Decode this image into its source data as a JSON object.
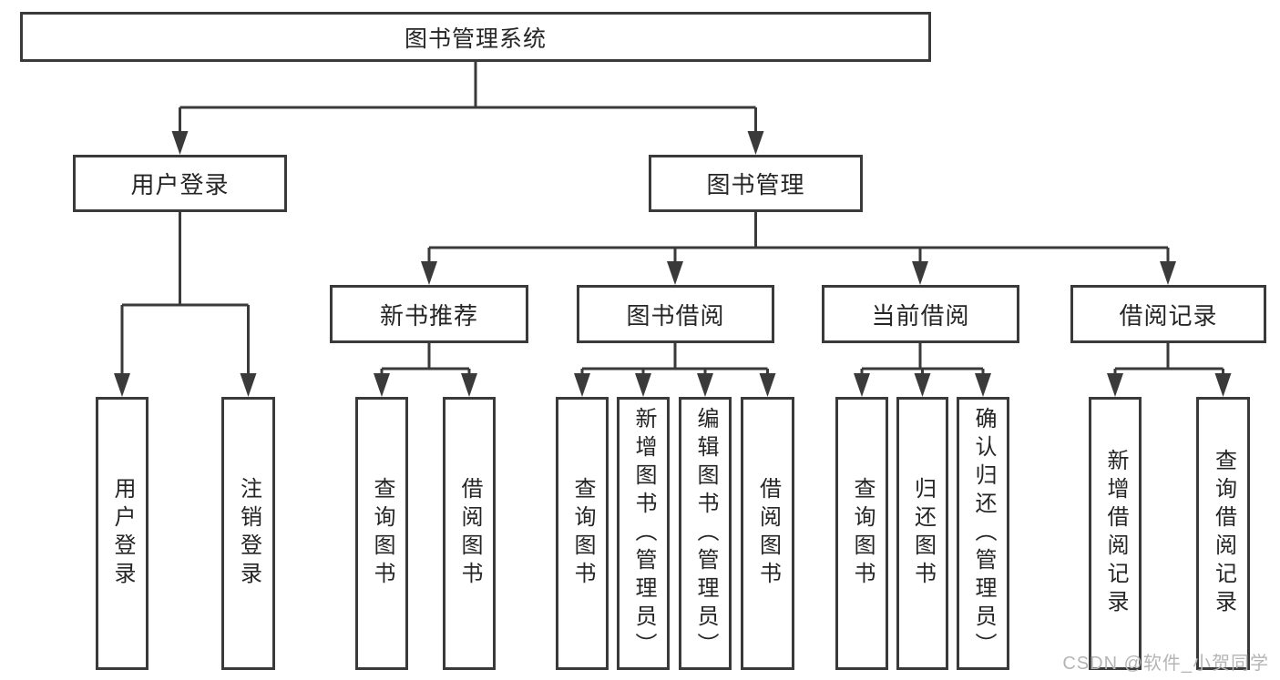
{
  "diagram": {
    "root": {
      "label": "图书管理系统"
    },
    "branches": [
      {
        "label": "用户登录",
        "children": [
          {
            "label": "用户登录"
          },
          {
            "label": "注销登录"
          }
        ]
      },
      {
        "label": "图书管理",
        "sections": [
          {
            "label": "新书推荐",
            "children": [
              {
                "label": "查询图书"
              },
              {
                "label": "借阅图书"
              }
            ]
          },
          {
            "label": "图书借阅",
            "children": [
              {
                "label": "查询图书"
              },
              {
                "label": "新增图书（管理员）"
              },
              {
                "label": "编辑图书（管理员）"
              },
              {
                "label": "借阅图书"
              }
            ]
          },
          {
            "label": "当前借阅",
            "children": [
              {
                "label": "查询图书"
              },
              {
                "label": "归还图书"
              },
              {
                "label": "确认归还（管理员）"
              }
            ]
          },
          {
            "label": "借阅记录",
            "children": [
              {
                "label": "新增借阅记录"
              },
              {
                "label": "查询借阅记录"
              }
            ]
          }
        ]
      }
    ]
  },
  "watermark": {
    "text": "CSDN @软件_小贺同学"
  },
  "colors": {
    "line": "#3a3a3a",
    "text": "#252525",
    "watermark": "#b5b5b5",
    "background": "#ffffff"
  }
}
